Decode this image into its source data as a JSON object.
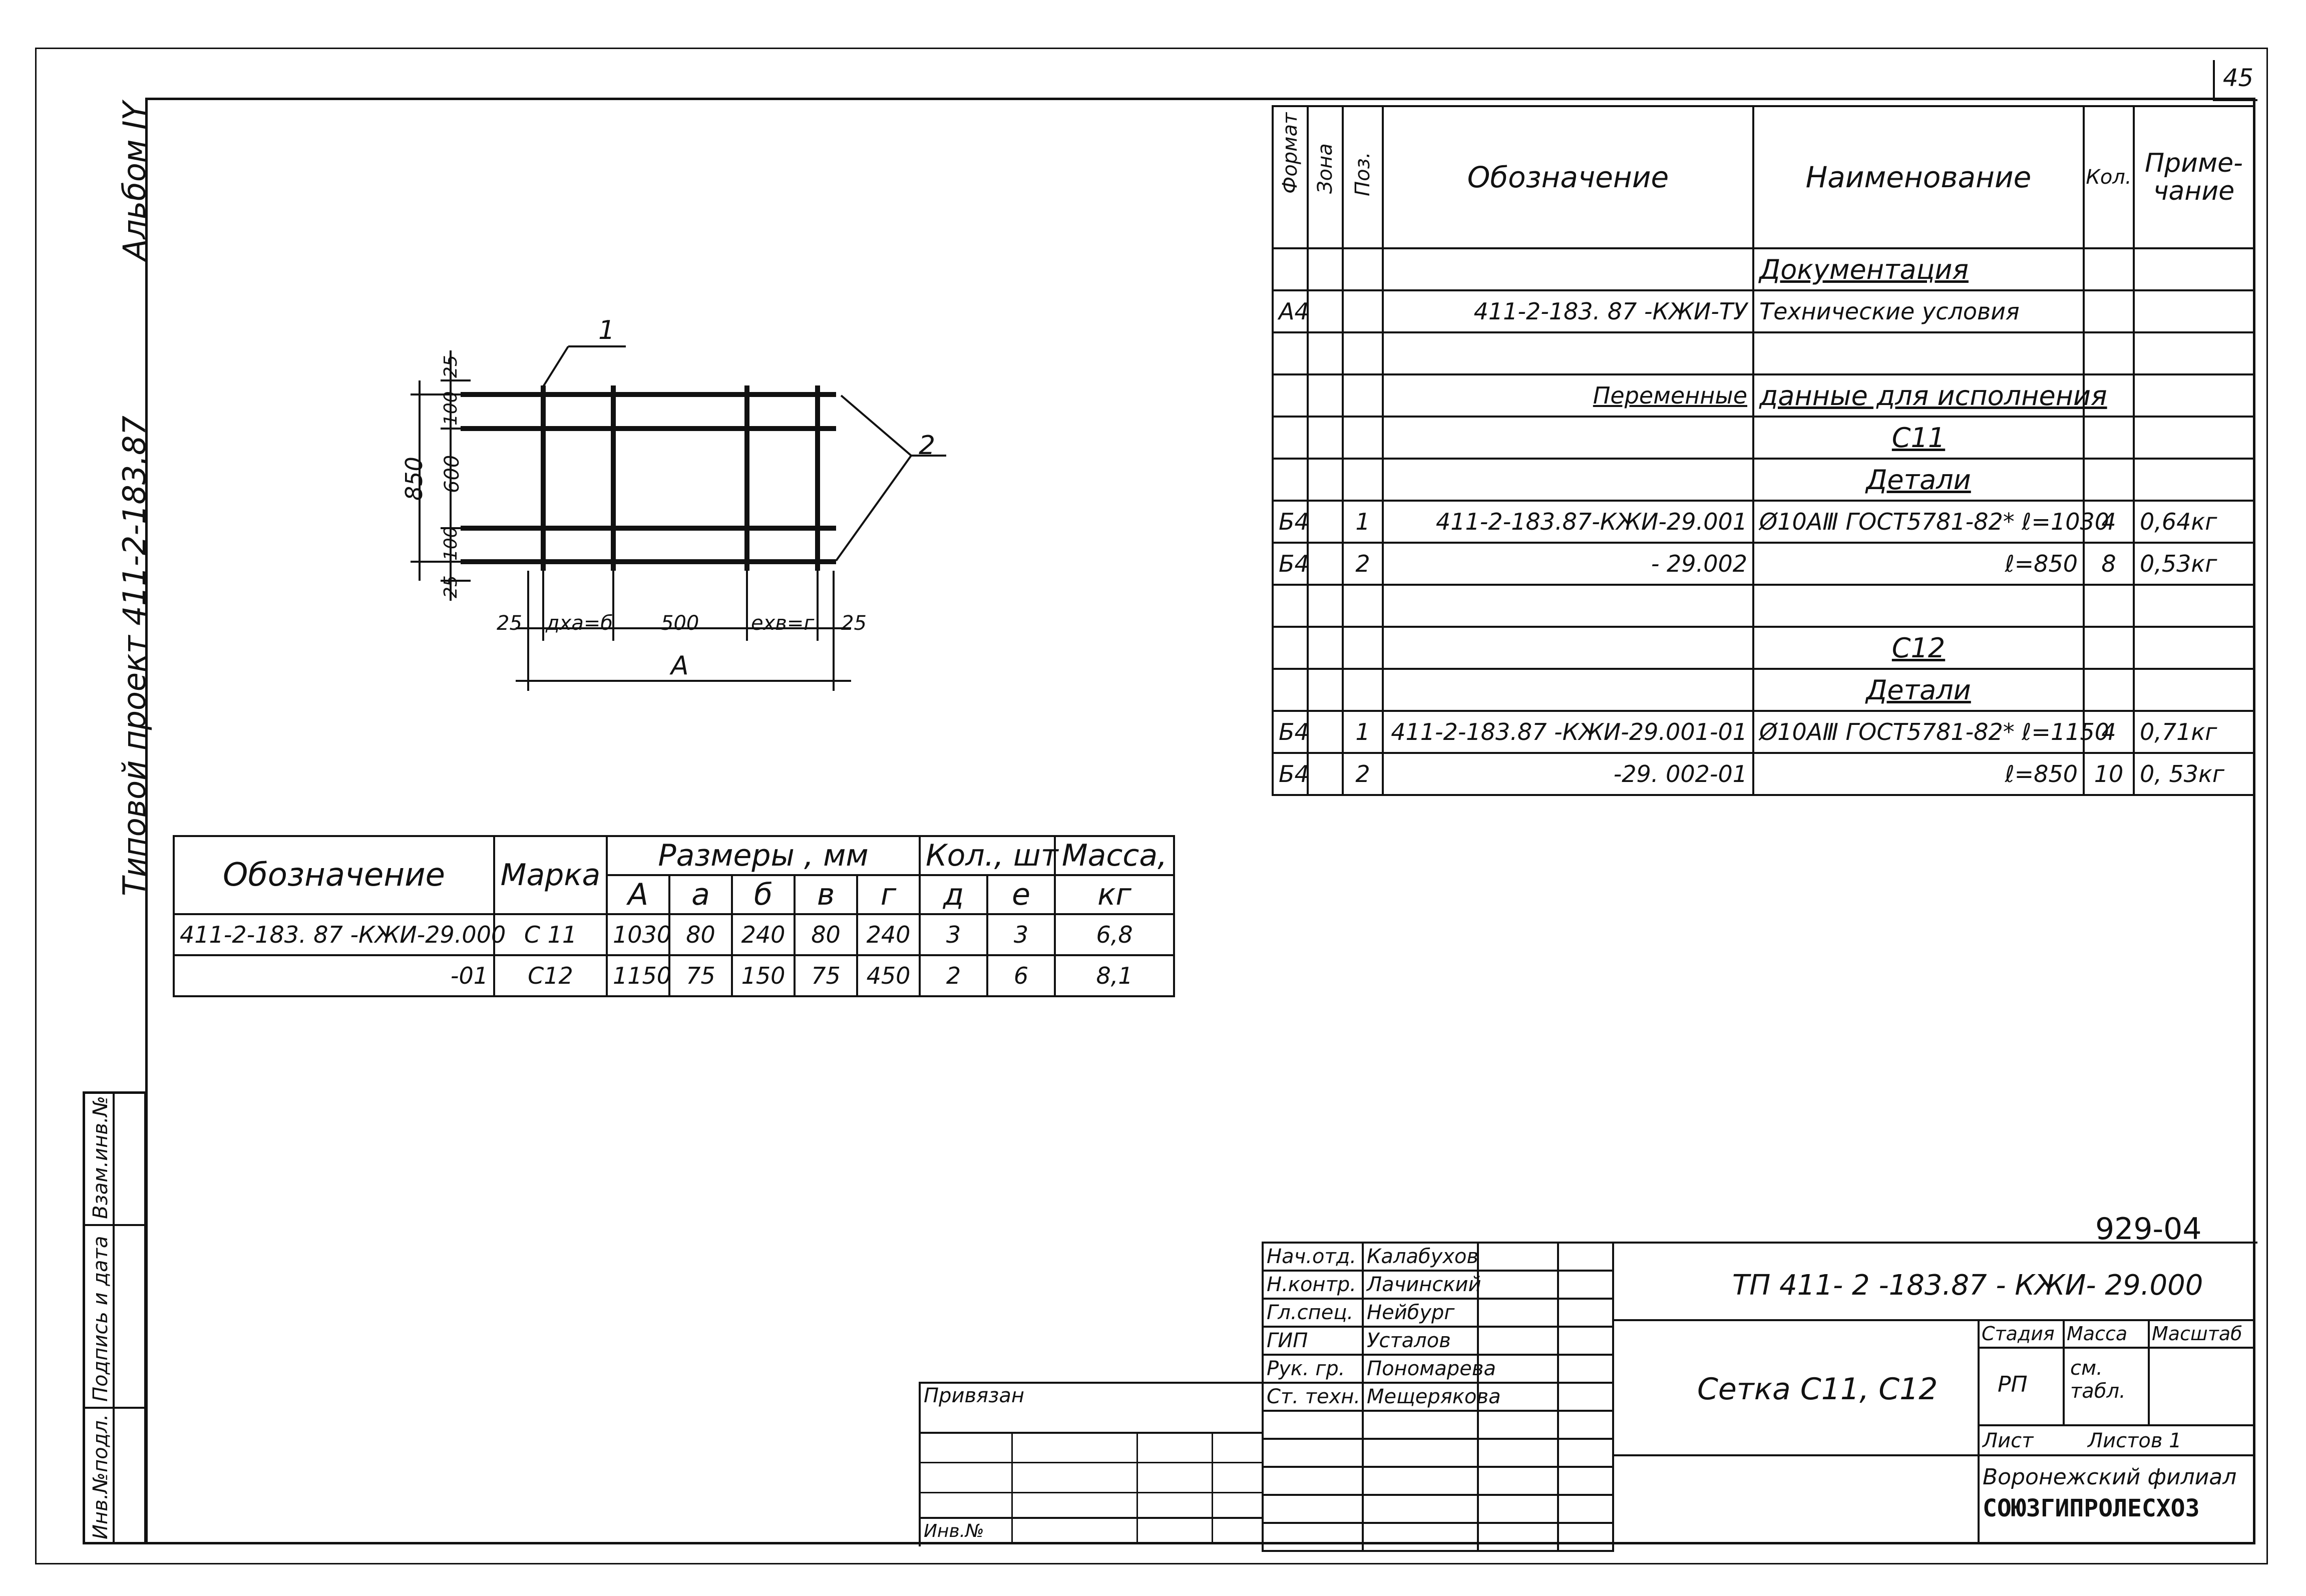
{
  "page_number": "45",
  "margin": {
    "album": "Альбом IY",
    "project": "Типовой проект 411-2-183.87",
    "fields": [
      "Инв.№подл.",
      "Подпись и дата",
      "Взам.инв.№"
    ]
  },
  "drawing": {
    "callout_1": "1",
    "callout_2": "2",
    "dim_850": "850",
    "dim_25_top": "25",
    "dim_100_top": "100",
    "dim_600": "600",
    "dim_100_bot": "100",
    "dim_25_bot": "25",
    "dim_25_left": "25",
    "dim_dxa_b": "дxа=б",
    "dim_500": "500",
    "dim_exv_g": "еxв=г",
    "dim_25_right": "25",
    "dim_A": "А"
  },
  "spec": {
    "headers": [
      "Формат",
      "Зона",
      "Поз.",
      "Обозначение",
      "Наименование",
      "Кол.",
      "Приме-чание"
    ],
    "rows": [
      {
        "format": "",
        "zone": "",
        "pos": "",
        "designation": "",
        "name": "Документация",
        "qty": "",
        "note": "",
        "name_ul": true
      },
      {
        "format": "А4",
        "zone": "",
        "pos": "",
        "designation": "411-2-183. 87 -КЖИ-ТУ",
        "name": "Технические условия",
        "qty": "",
        "note": ""
      },
      {
        "format": "",
        "zone": "",
        "pos": "",
        "designation": "",
        "name": "",
        "qty": "",
        "note": ""
      },
      {
        "format": "",
        "zone": "",
        "pos": "",
        "designation": "Переменные",
        "name": "данные для исполнения",
        "qty": "",
        "note": "",
        "desig_ul": true,
        "name_ul": true
      },
      {
        "format": "",
        "zone": "",
        "pos": "",
        "designation": "",
        "name": "С11",
        "qty": "",
        "note": "",
        "name_ul": true,
        "center": true
      },
      {
        "format": "",
        "zone": "",
        "pos": "",
        "designation": "",
        "name": "Детали",
        "qty": "",
        "note": "",
        "name_ul": true,
        "center": true
      },
      {
        "format": "Б4",
        "zone": "",
        "pos": "1",
        "designation": "411-2-183.87-КЖИ-29.001",
        "name": "Ø10АⅢ ГОСТ5781-82* ℓ=1030",
        "qty": "4",
        "note": "0,64кг"
      },
      {
        "format": "Б4",
        "zone": "",
        "pos": "2",
        "designation": "- 29.002",
        "name": "ℓ=850",
        "qty": "8",
        "note": "0,53кг",
        "desig_r": true,
        "name_r": true
      },
      {
        "format": "",
        "zone": "",
        "pos": "",
        "designation": "",
        "name": "",
        "qty": "",
        "note": ""
      },
      {
        "format": "",
        "zone": "",
        "pos": "",
        "designation": "",
        "name": "С12",
        "qty": "",
        "note": "",
        "name_ul": true,
        "center": true
      },
      {
        "format": "",
        "zone": "",
        "pos": "",
        "designation": "",
        "name": "Детали",
        "qty": "",
        "note": "",
        "name_ul": true,
        "center": true
      },
      {
        "format": "Б4",
        "zone": "",
        "pos": "1",
        "designation": "411-2-183.87 -КЖИ-29.001-01",
        "name": "Ø10АⅢ ГОСТ5781-82* ℓ=1150",
        "qty": "4",
        "note": "0,71кг"
      },
      {
        "format": "Б4",
        "zone": "",
        "pos": "2",
        "designation": "-29. 002-01",
        "name": "ℓ=850",
        "qty": "10",
        "note": "0, 53кг",
        "desig_r": true,
        "name_r": true
      }
    ]
  },
  "dims_table": {
    "h_designation": "Обозначение",
    "h_mark": "Марка",
    "h_sizes": "Размеры , мм",
    "h_qty": "Кол., шт",
    "h_mass": "Масса,",
    "sub": [
      "А",
      "а",
      "б",
      "в",
      "г",
      "д",
      "е",
      "кг"
    ],
    "rows": [
      [
        "411-2-183. 87 -КЖИ-29.000",
        "С 11",
        "1030",
        "80",
        "240",
        "80",
        "240",
        "3",
        "3",
        "6,8"
      ],
      [
        "-01",
        "С12",
        "1150",
        "75",
        "150",
        "75",
        "450",
        "2",
        "6",
        "8,1"
      ]
    ]
  },
  "title_block": {
    "doc_number": "929-04",
    "code": "ТП 411- 2 -183.87 - КЖИ- 29.000",
    "title": "Сетка С11, С12",
    "stage_h": "Стадия",
    "mass_h": "Масса",
    "scale_h": "Масштаб",
    "stage": "РП",
    "mass": "см. табл.",
    "sheet": "Лист",
    "sheets": "Листов 1",
    "org1": "Воронежский филиал",
    "org2": "СОЮЗГИПРОЛЕСХОЗ",
    "privyazan": "Привязан",
    "inv": "Инв.№",
    "people": [
      [
        "Нач.отд.",
        "Калабухов"
      ],
      [
        "Н.контр.",
        "Лачинский"
      ],
      [
        "Гл.спец.",
        "Нейбург"
      ],
      [
        "ГИП",
        "Усталов"
      ],
      [
        "Рук. гр.",
        "Пономарева"
      ],
      [
        "Ст. техн.",
        "Мещерякова"
      ]
    ]
  }
}
